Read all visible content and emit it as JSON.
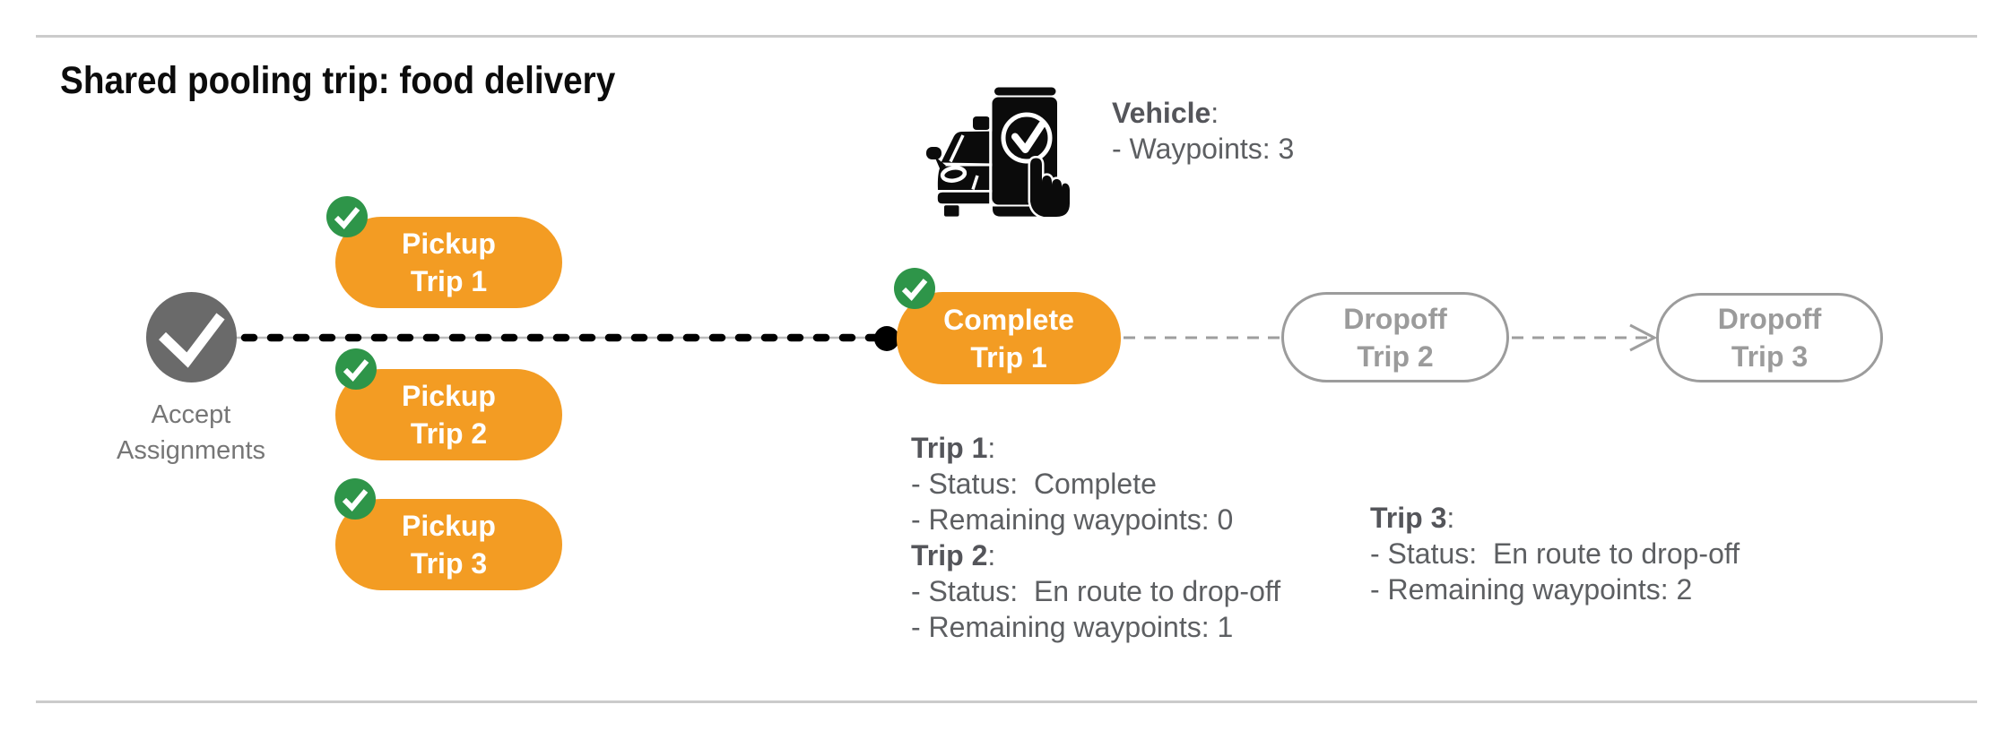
{
  "title": "Shared pooling trip: food delivery",
  "colors": {
    "background": "#ffffff",
    "divider": "#cbcbcb",
    "orange_node": "#f39c23",
    "green_check": "#2e9549",
    "gray_node": "#6a6a6a",
    "gray_outline": "#9c9c9c",
    "text_dark": "#0c0c0c",
    "text_gray": "#606164",
    "text_label_gray": "#767676",
    "connector_black": "#000000"
  },
  "vehicle": {
    "heading": "Vehicle",
    "colon": ":",
    "waypoints_line": "- Waypoints: 3",
    "icon": "vehicle-phone-check-icon"
  },
  "accept": {
    "label_line1": "Accept",
    "label_line2": "Assignments",
    "icon": "gray-check-circle"
  },
  "nodes": {
    "pickup1": {
      "line1": "Pickup",
      "line2": "Trip 1",
      "state": "complete"
    },
    "pickup2": {
      "line1": "Pickup",
      "line2": "Trip 2",
      "state": "complete"
    },
    "pickup3": {
      "line1": "Pickup",
      "line2": "Trip 3",
      "state": "complete"
    },
    "complete1": {
      "line1": "Complete",
      "line2": "Trip 1",
      "state": "complete"
    },
    "dropoff2": {
      "line1": "Dropoff",
      "line2": "Trip 2",
      "state": "pending"
    },
    "dropoff3": {
      "line1": "Dropoff",
      "line2": "Trip 3",
      "state": "pending"
    }
  },
  "trip_status": {
    "block1": {
      "h1": "Trip 1",
      "h1colon": ":",
      "l1a": "- Status:  Complete",
      "l1b": "- Remaining waypoints: 0",
      "h2": "Trip 2",
      "h2colon": ":",
      "l2a": "- Status:  En route to drop-off",
      "l2b": "- Remaining waypoints: 1"
    },
    "block2": {
      "h3": "Trip 3",
      "h3colon": ":",
      "l3a": "- Status:  En route to drop-off",
      "l3b": "- Remaining waypoints: 2"
    }
  }
}
